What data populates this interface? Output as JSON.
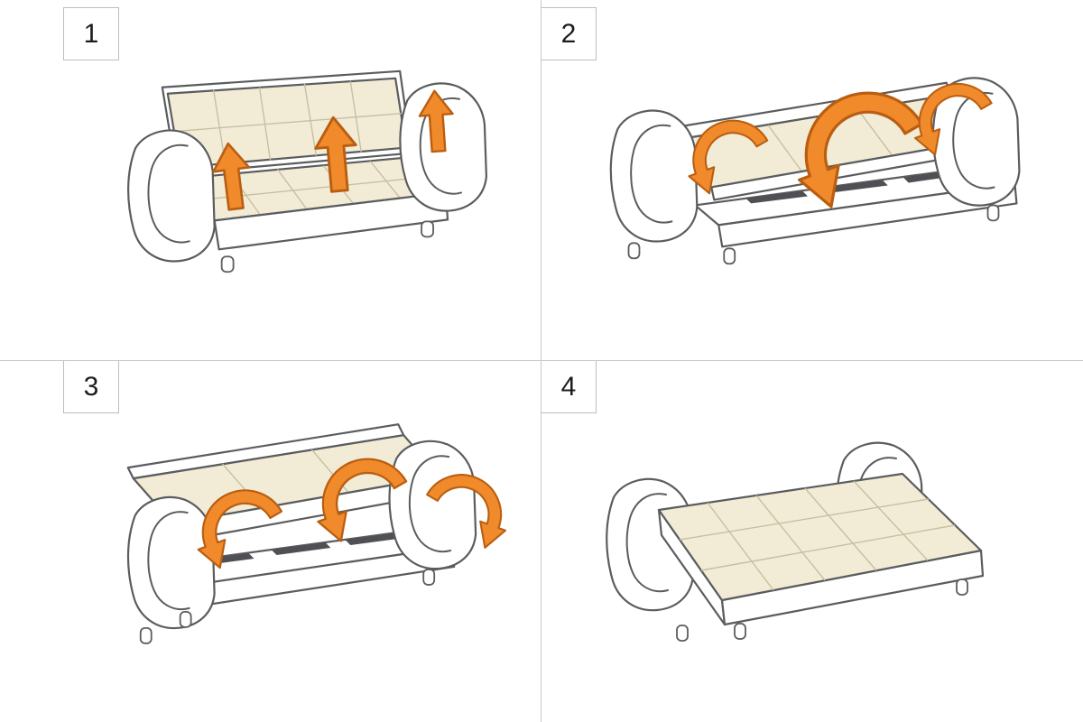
{
  "page": {
    "background": "#ffffff"
  },
  "colors": {
    "grid_line": "#c9c9c9",
    "badge_border": "#bdbdbd",
    "number_text": "#1c1c1c",
    "outline": "#5b5c5e",
    "frame_fill": "#ffffff",
    "cushion_fill": "#f2ecd7",
    "cushion_underside": "#e8e0c6",
    "quilt_line": "#c7bfa3",
    "slot_fill": "#4f5054",
    "arrow_fill": "#f18a2b",
    "arrow_stroke": "#b95e11"
  },
  "steps": [
    {
      "number": "1",
      "illustration": "sofa-upright-seat-arrows-up"
    },
    {
      "number": "2",
      "illustration": "backrest-folded-down-arrows-rotating-forward"
    },
    {
      "number": "3",
      "illustration": "cushion-platform-unfolding-arrows-forward-and-right"
    },
    {
      "number": "4",
      "illustration": "sofa-bed-fully-unfolded-flat-mattress"
    }
  ]
}
